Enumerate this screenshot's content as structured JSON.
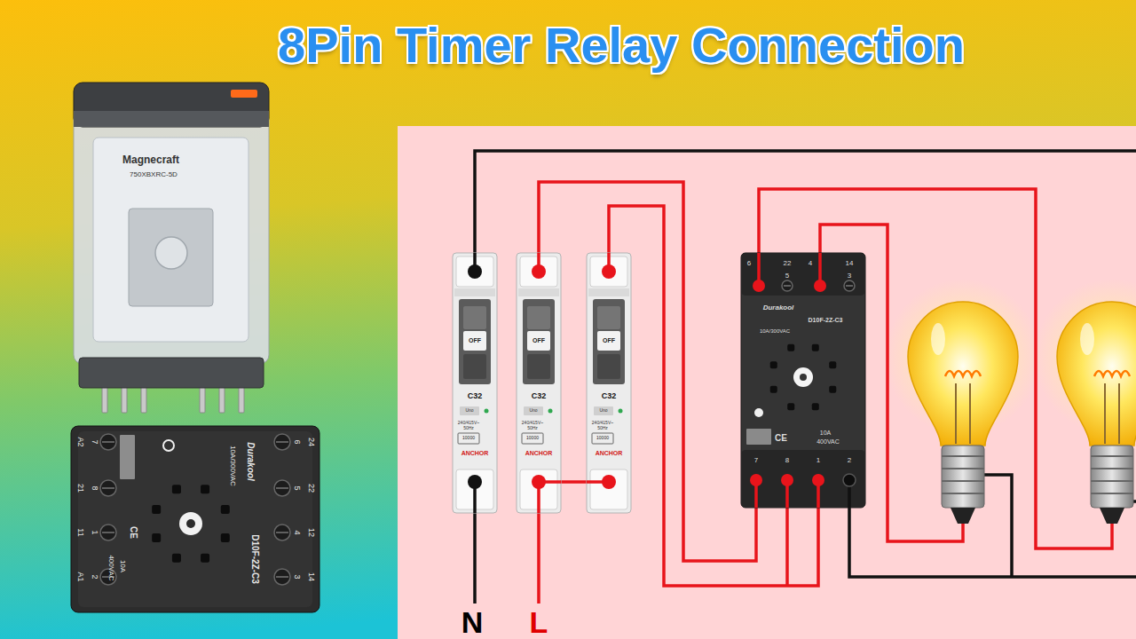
{
  "diagram": {
    "title": "8Pin Timer Relay Connection",
    "nodes": [
      {
        "text": [
          "Magnecraft",
          "750XBXRC-5D"
        ]
      },
      {
        "text": [
          "7",
          "A2",
          "8",
          "21",
          "1",
          "11",
          "2",
          "A1",
          "10A/300VAC",
          "Durakool",
          "D10F-2Z-C3",
          "CE",
          "10A",
          "400VAC",
          "6",
          "24",
          "5",
          "22",
          "4",
          "12",
          "3",
          "14"
        ]
      },
      {
        "text": [
          "OFF",
          "C32",
          "Uno",
          "240/415V~ 50Hz",
          "10000",
          "ANCHOR"
        ]
      },
      {
        "text": [
          "OFF",
          "C32",
          "Uno",
          "240/415V~ 50Hz",
          "10000",
          "ANCHOR"
        ]
      },
      {
        "text": [
          "OFF",
          "C32",
          "Uno",
          "240/415V~ 50Hz",
          "10000",
          "ANCHOR"
        ]
      },
      {
        "text": [
          "6",
          "22",
          "4",
          "14",
          "5",
          "3",
          "Durakool",
          "D10F-2Z-C3",
          "10A/300VAC",
          "CE",
          "10A",
          "400VAC",
          "7",
          "8",
          "1",
          "2"
        ]
      }
    ],
    "edges": [
      {
        "from": 3,
        "to": 5,
        "arrow": "none"
      },
      {
        "from": 4,
        "to": 5,
        "arrow": "none"
      },
      {
        "from": 3,
        "to": 4,
        "arrow": "none"
      }
    ],
    "labels": [
      "N",
      "L"
    ]
  }
}
